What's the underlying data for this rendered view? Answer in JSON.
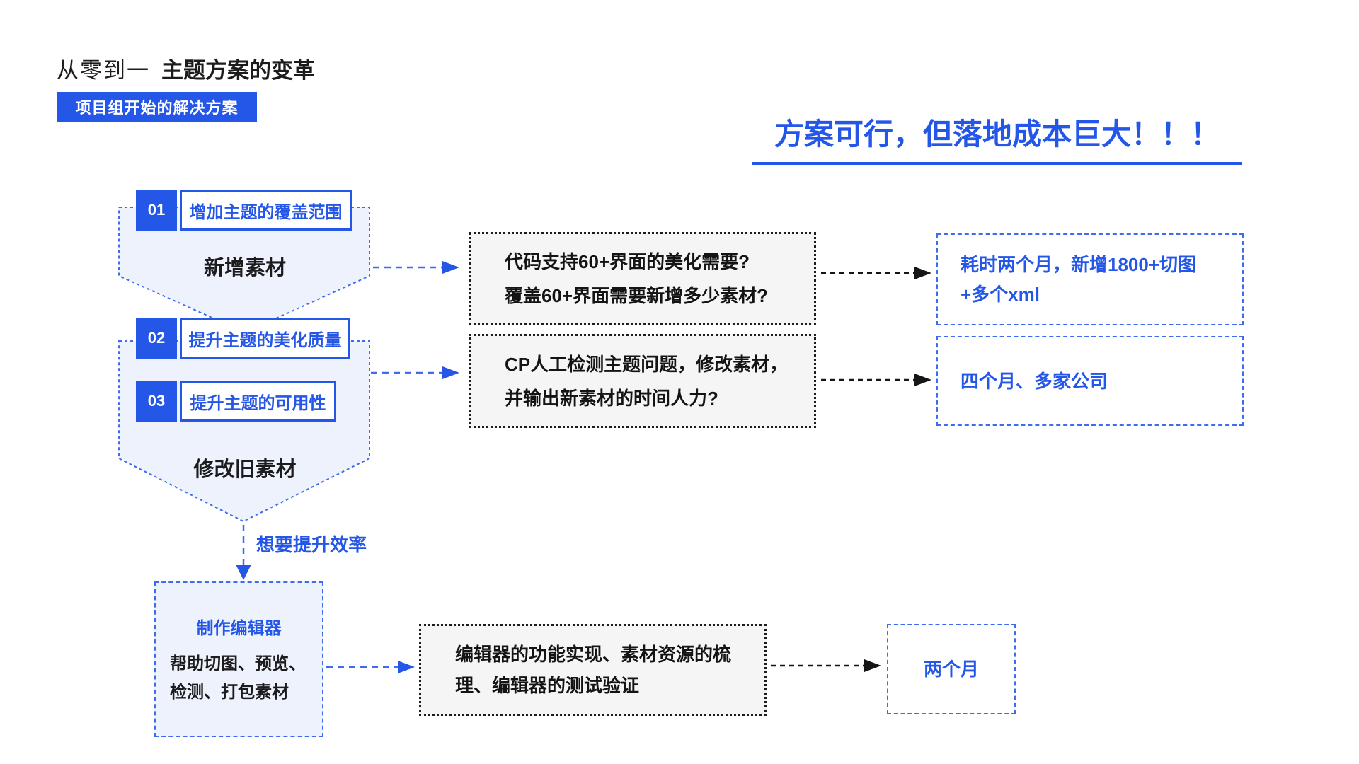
{
  "header": {
    "title_light": "从零到一",
    "title_bold": "主题方案的变革",
    "badge": "项目组开始的解决方案",
    "headline": "方案可行，但落地成本巨大！！！"
  },
  "steps": [
    {
      "num": "01",
      "label": "增加主题的覆盖范围"
    },
    {
      "num": "02",
      "label": "提升主题的美化质量"
    },
    {
      "num": "03",
      "label": "提升主题的可用性"
    }
  ],
  "captions": {
    "group1": "新增素材",
    "group2": "修改旧素材",
    "transition": "想要提升效率"
  },
  "editor": {
    "title": "制作编辑器",
    "body": "帮助切图、预览、\n检测、打包素材"
  },
  "questions": [
    {
      "text": "代码支持60+界面的美化需要?\n覆盖60+界面需要新增多少素材?"
    },
    {
      "text": "CP人工检测主题问题，修改素材，\n并输出新素材的时间人力?"
    },
    {
      "text": "编辑器的功能实现、素材资源的梳\n理、编辑器的测试验证"
    }
  ],
  "results": [
    {
      "text": "耗时两个月，新增1800+切图\n+多个xml"
    },
    {
      "text": "四个月、多家公司"
    },
    {
      "text": "两个月"
    }
  ],
  "colors": {
    "accent_blue": "#2456E8",
    "dashed_blue": "#3E6CF1",
    "light_blue_fill": "#EDF2FC",
    "gray_box_fill": "#F5F5F6",
    "ink": "#141414"
  }
}
